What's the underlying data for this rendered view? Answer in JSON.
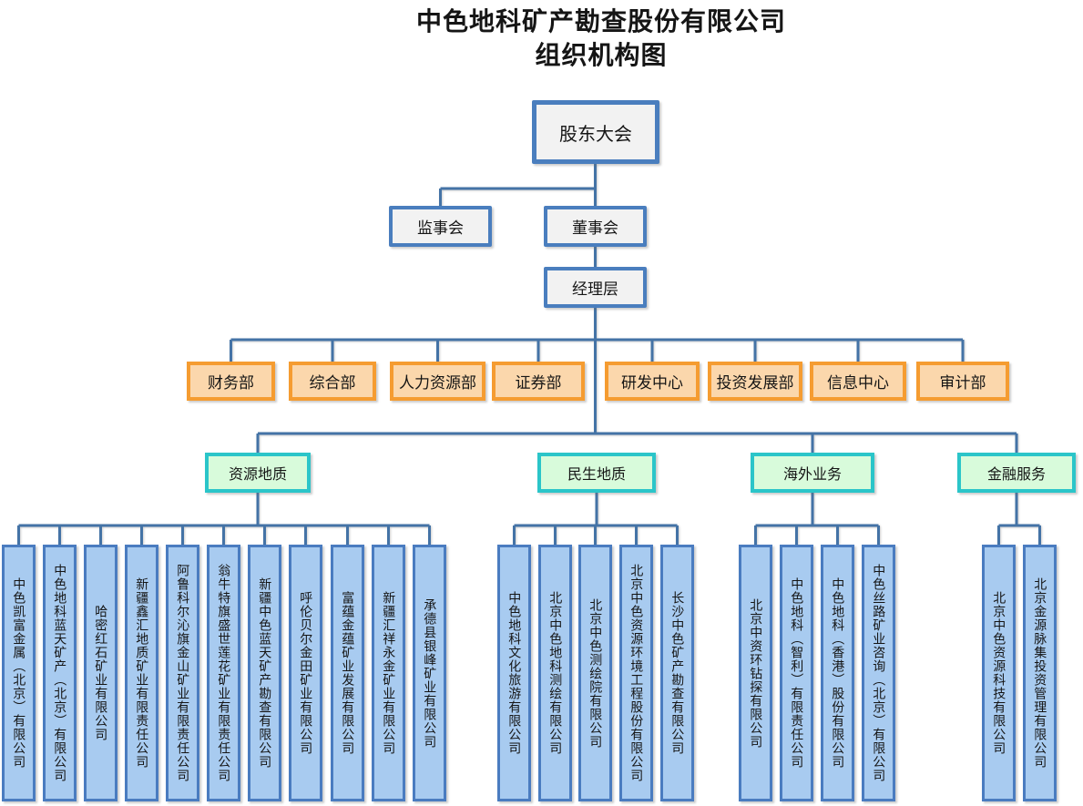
{
  "title": {
    "line1": "中色地科矿产勘查股份有限公司",
    "line2": "组织机构图"
  },
  "governance": {
    "shareholders": "股东大会",
    "supervisory": "监事会",
    "board": "董事会",
    "management": "经理层"
  },
  "departments": [
    "财务部",
    "综合部",
    "人力资源部",
    "证券部",
    "研发中心",
    "投资发展部",
    "信息中心",
    "审计部"
  ],
  "groups": [
    {
      "label": "资源地质",
      "companies": [
        "中色凯富金属（北京）有限公司",
        "中色地科蓝天矿产（北京）有限公司",
        "哈密红石矿业有限公司",
        "新疆鑫汇地质矿业有限责任公司",
        "阿鲁科尔沁旗金山矿业有限责任公司",
        "翁牛特旗盛世莲花矿业有限责任公司",
        "新疆中色蓝天矿产勘查有限公司",
        "呼伦贝尔金田矿业有限公司",
        "富蕴金蕴矿业发展有限公司",
        "新疆汇祥永金矿业有限公司",
        "承德县银峰矿业有限公司"
      ]
    },
    {
      "label": "民生地质",
      "companies": [
        "中色地科文化旅游有限公司",
        "北京中色地科测绘有限公司",
        "北京中色测绘院有限公司",
        "北京中色资源环境工程股份有限公司",
        "长沙中色矿产勘查有限公司"
      ]
    },
    {
      "label": "海外业务",
      "companies": [
        "北京中资环钻探有限公司",
        "中色地科（智利）有限责任公司",
        "中色地科（香港）股份有限公司",
        "中色丝路矿业咨询（北京）有限公司"
      ]
    },
    {
      "label": "金融服务",
      "companies": [
        "北京中色资源科技有限公司",
        "北京金源脉集投资管理有限公司"
      ]
    }
  ],
  "colors": {
    "connector": "#4473A6",
    "governance_border": "#4A7EBE",
    "governance_fill": "#F2F2F2",
    "department_border": "#F59C31",
    "department_fill": "#FBD7AC",
    "group_border": "#2BC5C9",
    "group_fill": "#D8FBDB",
    "company_border": "#4A7CC0",
    "company_fill": "#A8CBF0"
  }
}
